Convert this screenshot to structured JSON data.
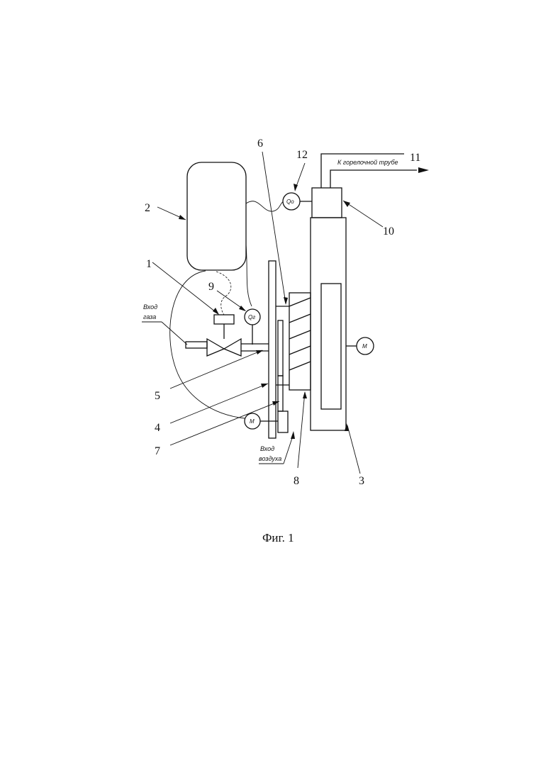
{
  "labels": {
    "n1": "1",
    "n2": "2",
    "n3": "3",
    "n4": "4",
    "n5": "5",
    "n6": "6",
    "n7": "7",
    "n8": "8",
    "n9": "9",
    "n10": "10",
    "n11": "11",
    "n12": "12"
  },
  "text": {
    "gas_inlet_line1": "Вход",
    "gas_inlet_line2": "газа",
    "air_inlet_line1": "Вход",
    "air_inlet_line2": "воздуха",
    "to_burner_tube": "К горелочной трубе",
    "flow_gas": "Qг",
    "flow_air": "Qо",
    "motor_fan": "М",
    "motor_damper": "М"
  },
  "caption": "Фиг. 1"
}
